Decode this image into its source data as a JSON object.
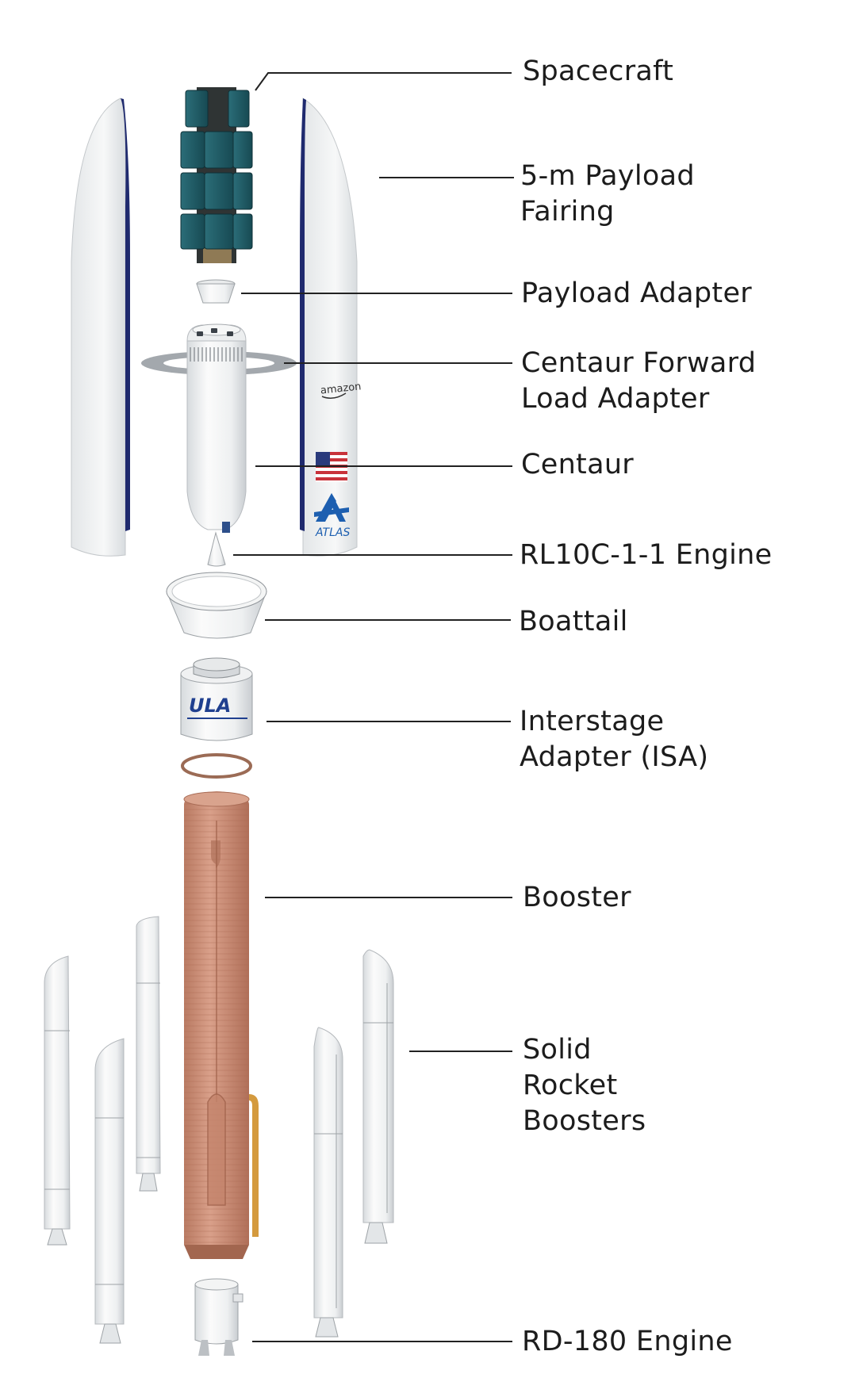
{
  "labels": {
    "spacecraft": "Spacecraft",
    "fairing": [
      "5-m Payload",
      "Fairing"
    ],
    "payload_adapter": "Payload Adapter",
    "cfla": [
      "Centaur Forward",
      "Load Adapter"
    ],
    "centaur": "Centaur",
    "rl10": "RL10C-1-1 Engine",
    "boattail": "Boattail",
    "isa": [
      "Interstage",
      "Adapter (ISA)"
    ],
    "booster": "Booster",
    "srb": [
      "Solid",
      "Rocket",
      "Boosters"
    ],
    "rd180": "RD-180 Engine"
  },
  "markings": {
    "fairing_logo": "amazon",
    "fairing_brand": "ATLAS",
    "isa_logo": "ULA"
  },
  "colors": {
    "white_parts": "#f2f3f3",
    "shadow": "#cfd3d6",
    "booster_copper": "#c78a70",
    "solar_panel": "#1e5b66",
    "fairing_stripe": "#1f2a6e",
    "leader_line": "#222222",
    "feed_line": "#d49a3e"
  }
}
